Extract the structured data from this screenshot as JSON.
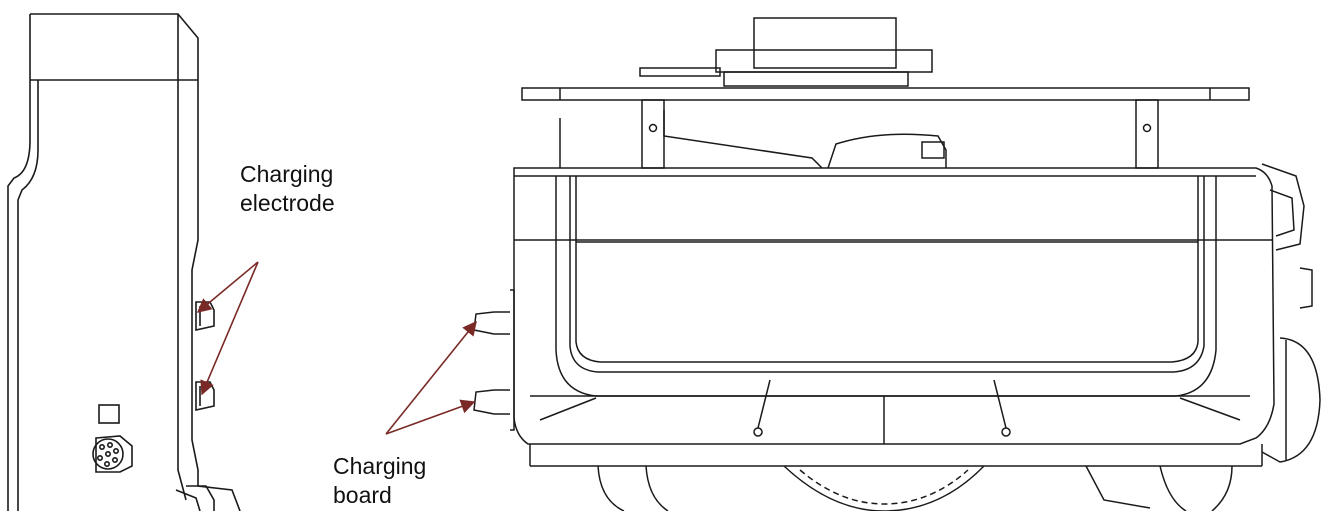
{
  "labels": {
    "electrode_line1": "Charging",
    "electrode_line2": "electrode",
    "board_line1": "Charging",
    "board_line2": "board"
  },
  "colors": {
    "line": "#1a1a1a",
    "arrow": "#7a2a26",
    "text": "#111111",
    "background": "#ffffff"
  }
}
